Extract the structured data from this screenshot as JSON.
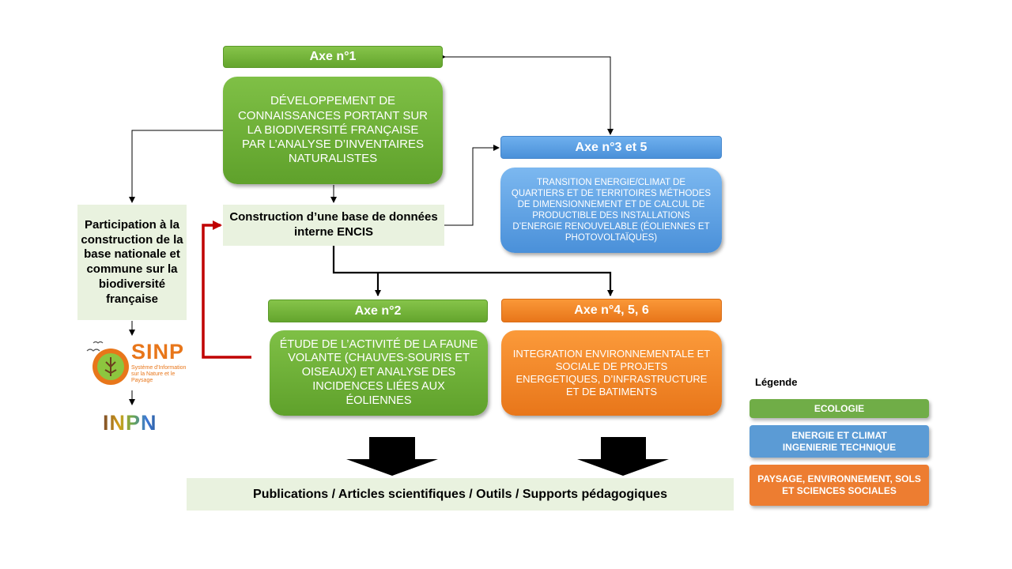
{
  "axe1": {
    "header": "Axe n°1",
    "text": "DÉVELOPPEMENT DE CONNAISSANCES PORTANT SUR LA BIODIVERSITÉ FRANÇAISE PAR L’ANALYSE D’INVENTAIRES NATURALISTES"
  },
  "database": {
    "text": "Construction d’une base de données interne ENCIS"
  },
  "participation": {
    "text": "Participation à la construction de la base nationale et commune sur la biodiversité française"
  },
  "axe35": {
    "header": "Axe n°3 et 5",
    "text": "TRANSITION ENERGIE/CLIMAT DE QUARTIERS ET DE TERRITOIRES MÉTHODES DE DIMENSIONNEMENT ET DE CALCUL DE PRODUCTIBLE DES INSTALLATIONS D’ENERGIE RENOUVELABLE (ÉOLIENNES ET PHOTOVOLTAÏQUES)"
  },
  "axe2": {
    "header": "Axe n°2",
    "text": "ÉTUDE DE L’ACTIVITÉ DE LA FAUNE VOLANTE (CHAUVES-SOURIS ET OISEAUX) ET ANALYSE DES INCIDENCES LIÉES AUX ÉOLIENNES"
  },
  "axe456": {
    "header": "Axe n°4, 5, 6",
    "text": "INTEGRATION ENVIRONNEMENTALE ET SOCIALE DE PROJETS ENERGETIQUES, D’INFRASTRUCTURE ET DE BATIMENTS"
  },
  "sinp": {
    "title": "SINP",
    "subtitle": "Système d'Information sur la Nature et le Paysage"
  },
  "inpn": {
    "title": "INPN"
  },
  "outputs": {
    "text": "Publications / Articles scientifiques / Outils / Supports pédagogiques"
  },
  "legend": {
    "title": "Légende",
    "items": [
      {
        "label": "ECOLOGIE",
        "color": "#70ad47"
      },
      {
        "label": "ENERGIE ET CLIMAT INGENIERIE TECHNIQUE",
        "color": "#5b9bd5"
      },
      {
        "label": "PAYSAGE, ENVIRONNEMENT, SOLS ET SCIENCES SOCIALES",
        "color": "#ed7d31"
      }
    ]
  },
  "colors": {
    "ecologie": "#70ad47",
    "energie": "#5b9bd5",
    "paysage": "#ed7d31",
    "feedback_arrow": "#c00000"
  }
}
